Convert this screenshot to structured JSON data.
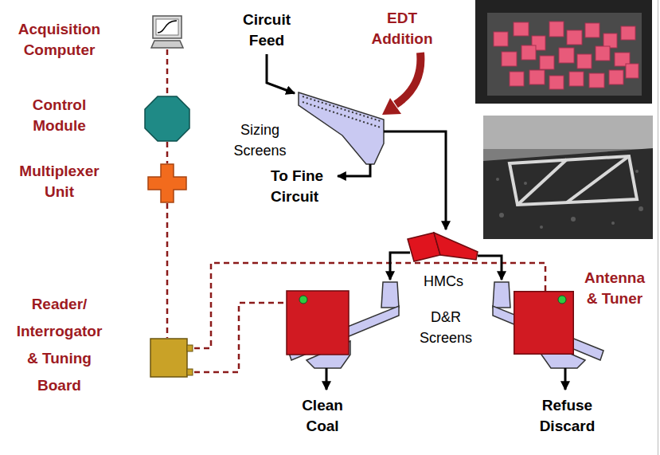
{
  "diagram": {
    "nodes": [
      {
        "text": [
          "Acquisition Computer"
        ]
      },
      {
        "text": [
          "Control Module"
        ]
      },
      {
        "text": [
          "Multiplexer Unit"
        ]
      },
      {
        "text": [
          "Reader/ Interrogator & Tuning Board"
        ]
      },
      {
        "text": [
          "Antenna & Tuner"
        ]
      }
    ],
    "edges": [
      {
        "from": 0,
        "to": 1,
        "arrow": "none"
      },
      {
        "from": 1,
        "to": 2,
        "arrow": "none"
      },
      {
        "from": 2,
        "to": 3,
        "arrow": "none"
      },
      {
        "from": 3,
        "to": 4,
        "arrow": "none"
      }
    ],
    "labels": [
      "Circuit Feed",
      "EDT Addition",
      "Sizing Screens",
      "To Fine Circuit",
      "HMCs",
      "D&R Screens",
      "Clean Coal",
      "Refuse Discard"
    ]
  }
}
